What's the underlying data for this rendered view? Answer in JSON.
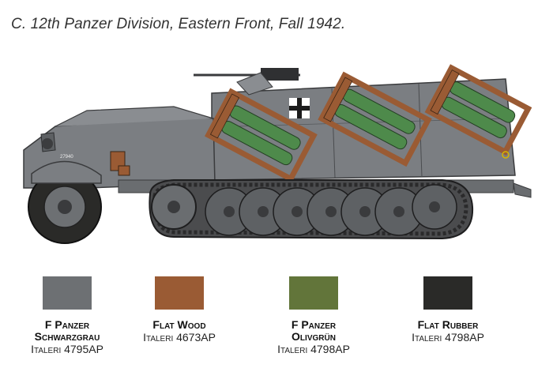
{
  "caption": "C. 12th Panzer Division, Eastern Front, Fall 1942.",
  "vehicle": {
    "hull_number": "27940"
  },
  "colors": {
    "panzer_grey": "#6d7073",
    "wood": "#9a5b34",
    "olive": "#62753a",
    "rubber": "#2a2a28"
  },
  "paints": [
    {
      "line1": "F Panzer",
      "line2": "Schwarzgrau",
      "code": "Italeri 4795AP",
      "color": "#6d7073"
    },
    {
      "line1": "Flat Wood",
      "line2": "",
      "code": "Italeri 4673AP",
      "color": "#9a5b34"
    },
    {
      "line1": "F Panzer",
      "line2": "Olivgrün",
      "code": "Italeri 4798AP",
      "color": "#62753a"
    },
    {
      "line1": "Flat Rubber",
      "line2": "",
      "code": "Italeri 4798AP",
      "color": "#2a2a28"
    }
  ]
}
